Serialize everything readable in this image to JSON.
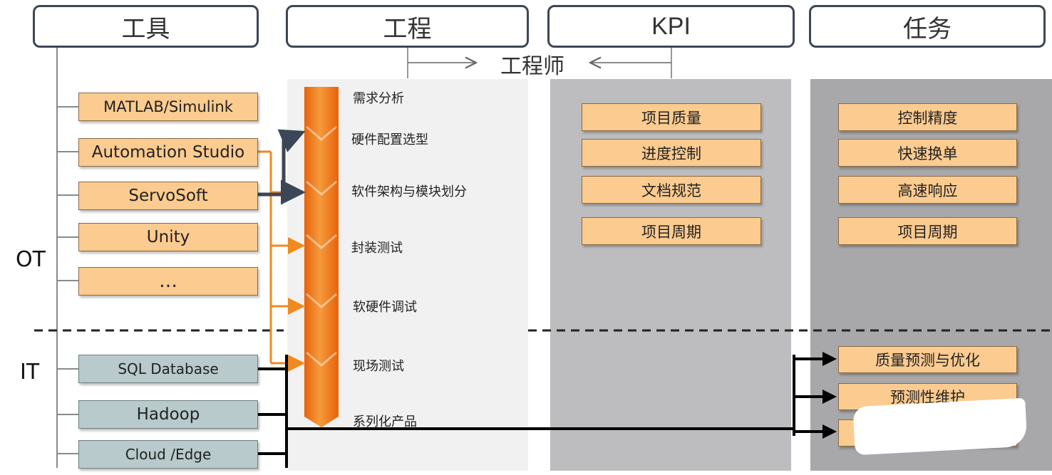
{
  "headers": {
    "tools": "工具",
    "project": "工程",
    "kpi": "KPI",
    "tasks": "任务"
  },
  "engineer_label": "工程师",
  "sides": {
    "ot": "OT",
    "it": "IT"
  },
  "tools": {
    "ot": [
      "MATLAB/Simulink",
      "Automation Studio",
      "ServoSoft",
      "Unity",
      "…"
    ],
    "it": [
      "SQL Database",
      "Hadoop",
      "Cloud /Edge"
    ]
  },
  "process_steps": [
    "需求分析",
    "硬件配置选型",
    "软件架构与模块划分",
    "封装测试",
    "软硬件调试",
    "现场测试",
    "系列化产品"
  ],
  "kpi_items": [
    "项目质量",
    "进度控制",
    "文档规范",
    "项目周期"
  ],
  "task_items": [
    "控制精度",
    "快速换单",
    "高速响应",
    "项目周期"
  ],
  "it_task_items": [
    "质量预测与优化",
    "预测性维护"
  ],
  "colors": {
    "box_fill": "#fbcb8f",
    "it_box_fill": "#b8cacb",
    "arrow_orange": "#f08a1e",
    "arrow_dark": "#3b4656",
    "panel_project": "#f1f1f2",
    "panel_kpi": "#bdbdbf",
    "panel_tasks": "#a8a8aa"
  }
}
